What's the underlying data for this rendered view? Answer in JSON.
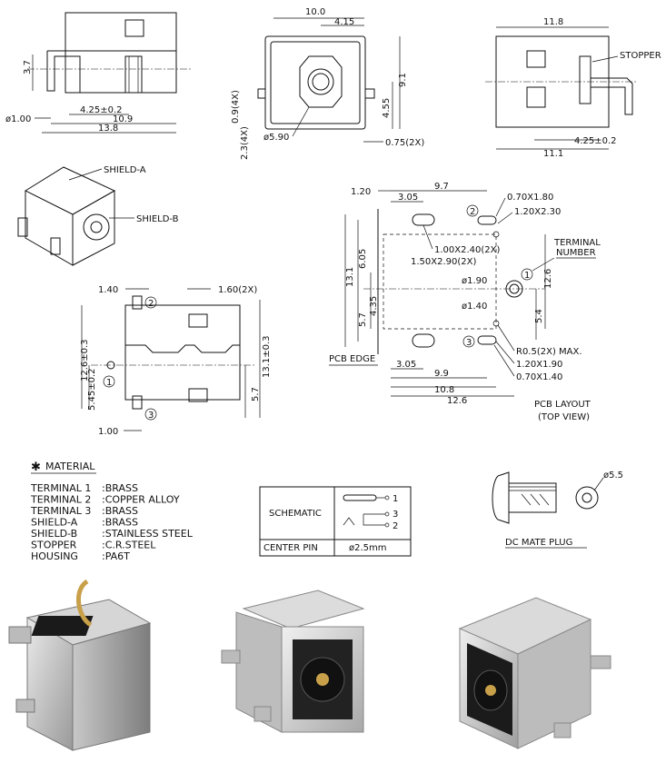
{
  "views": {
    "front": {
      "dims": {
        "height_37": "3.7",
        "dia_100": "ø1.00",
        "w_425": "4.25±0.2",
        "w_109": "10.9",
        "w_138": "13.8"
      }
    },
    "top": {
      "dims": {
        "w_100": "10.0",
        "w_415": "4.15",
        "h_91": "9.1",
        "h_455": "4.55",
        "d_09": "0.9(4X)",
        "d_23": "2.3(4X)",
        "dia_59": "ø5.90",
        "d_075": "0.75(2X)"
      }
    },
    "side": {
      "dims": {
        "w_118": "11.8",
        "stopper": "STOPPER",
        "w_425": "4.25±0.2",
        "w_111": "11.1"
      }
    },
    "iso": {
      "shield_a": "SHIELD-A",
      "shield_b": "SHIELD-B"
    },
    "bottom": {
      "dims": {
        "d_140": "1.40",
        "d_160": "1.60(2X)",
        "h_126": "12.6±0.3",
        "h_131": "13.1±0.3",
        "h_545": "5.45±0.2",
        "h_57": "5.7",
        "d_100": "1.00"
      },
      "pins": [
        "1",
        "2",
        "3"
      ]
    },
    "pcb": {
      "dims": {
        "d_120": "1.20",
        "d_97": "9.7",
        "d_305a": "3.05",
        "slot_070x180": "0.70X1.80",
        "slot_120x230": "1.20X2.30",
        "slot_100x240": "1.00X2.40(2X)",
        "slot_150x290": "1.50X2.90(2X)",
        "h_605": "6.05",
        "h_131": "13.1",
        "h_435": "4.35",
        "h_57": "5.7",
        "dia_190": "ø1.90",
        "dia_140": "ø1.40",
        "h_126": "12.6",
        "h_54": "5.4",
        "r05": "R0.5(2X) MAX.",
        "slot_120x190": "1.20X1.90",
        "slot_070x140": "0.70X1.40",
        "d_305b": "3.05",
        "d_99": "9.9",
        "d_108": "10.8",
        "d_126": "12.6"
      },
      "terminal_number": [
        "TERMINAL",
        "NUMBER"
      ],
      "pcb_edge": "PCB EDGE",
      "caption": [
        "PCB LAYOUT",
        "(TOP VIEW)"
      ]
    }
  },
  "material": {
    "title": "MATERIAL",
    "rows": [
      {
        "part": "TERMINAL 1",
        "mat": ":BRASS"
      },
      {
        "part": "TERMINAL 2",
        "mat": ":COPPER ALLOY"
      },
      {
        "part": "TERMINAL 3",
        "mat": ":BRASS"
      },
      {
        "part": "SHIELD-A",
        "mat": ":BRASS"
      },
      {
        "part": "SHIELD-B",
        "mat": ":STAINLESS STEEL"
      },
      {
        "part": "STOPPER",
        "mat": ":C.R.STEEL"
      },
      {
        "part": "HOUSING",
        "mat": ":PA6T"
      }
    ]
  },
  "schematic": {
    "label": "SCHEMATIC",
    "center_pin_label": "CENTER PIN",
    "center_pin_value": "ø2.5mm",
    "pins": [
      "1",
      "3",
      "2"
    ]
  },
  "mate_plug": {
    "label": "DC MATE PLUG",
    "dia": "ø5.5"
  }
}
